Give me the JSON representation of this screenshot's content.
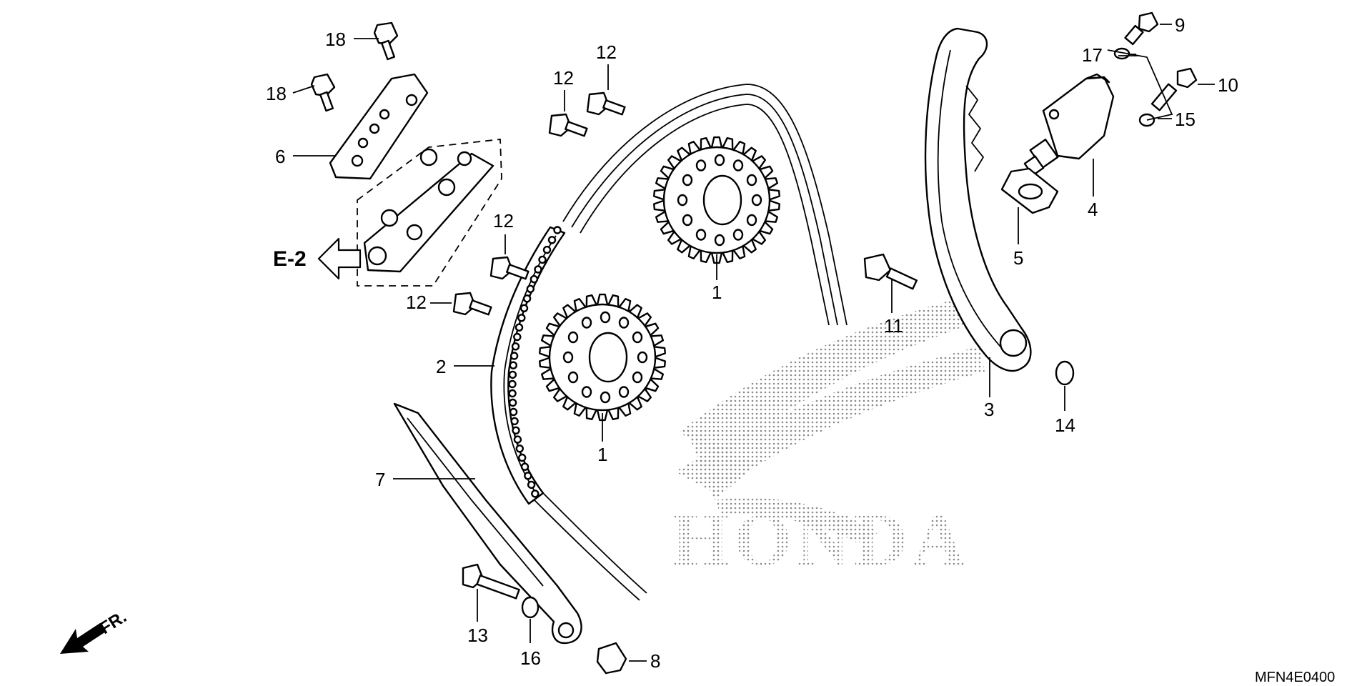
{
  "diagram": {
    "type": "exploded-parts-diagram",
    "drawing_code": "MFN4E0400",
    "section_reference": "E-2",
    "direction_marker": "FR.",
    "watermark_logo": "HONDA",
    "callouts": {
      "c1a": "1",
      "c1b": "1",
      "c2": "2",
      "c3": "3",
      "c4": "4",
      "c5": "5",
      "c6": "6",
      "c7": "7",
      "c8": "8",
      "c9": "9",
      "c10": "10",
      "c11": "11",
      "c12a": "12",
      "c12b": "12",
      "c12c": "12",
      "c12d": "12",
      "c13": "13",
      "c14": "14",
      "c15": "15",
      "c16": "16",
      "c17": "17",
      "c18a": "18",
      "c18b": "18"
    },
    "icons": [
      "outline-arrow-left-icon",
      "filled-arrow-front-icon"
    ],
    "colors": {
      "line": "#000000",
      "background": "#ffffff",
      "watermark": "#8a8a8a"
    }
  }
}
